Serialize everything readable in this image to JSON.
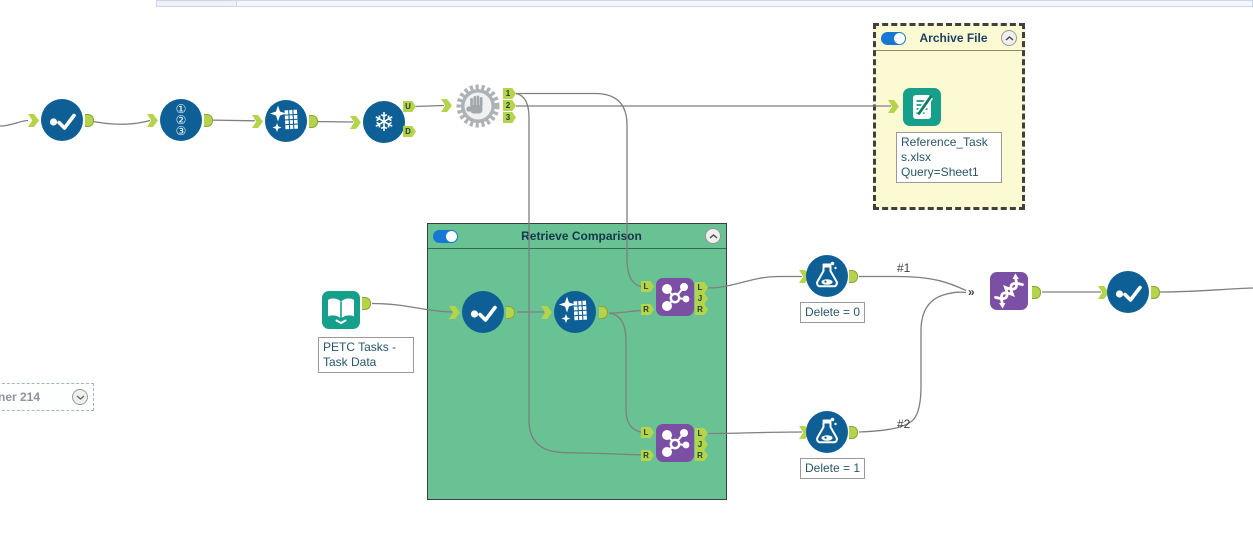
{
  "containers": {
    "archive": {
      "title": "Archive File",
      "enabled": true,
      "bg": "#fcfad2",
      "title_color": "#1d3f63"
    },
    "retrieve": {
      "title": "Retrieve Comparison",
      "enabled": true,
      "bg": "#68c293",
      "title_color": "#15374a"
    },
    "collapsed": {
      "label": "ner 214"
    }
  },
  "annotations": {
    "output_file": "Reference_Tasks.xlsx\nQuery=Sheet1",
    "input_data": "PETC Tasks - Task Data",
    "filter_top": "Delete = 0",
    "filter_bottom": "Delete = 1",
    "wire_top": "#1",
    "wire_bottom": "#2"
  },
  "anchors": {
    "u": "U",
    "d": "D",
    "n1": "1",
    "n2": "2",
    "n3": "3",
    "l": "L",
    "j": "J",
    "r": "R"
  },
  "icons": {
    "record_id": "①②③",
    "snowflake": "❄",
    "multi_input": "»"
  },
  "colors": {
    "tool_blue": "#0d5f95",
    "tool_teal": "#169f8b",
    "tool_purple": "#7b4fa3",
    "anchor_green": "#b5d44c",
    "container_green": "#68c293",
    "container_yellow": "#fcfad2",
    "wire_gray": "#7f7f7f",
    "toggle_blue": "#1777d4"
  }
}
